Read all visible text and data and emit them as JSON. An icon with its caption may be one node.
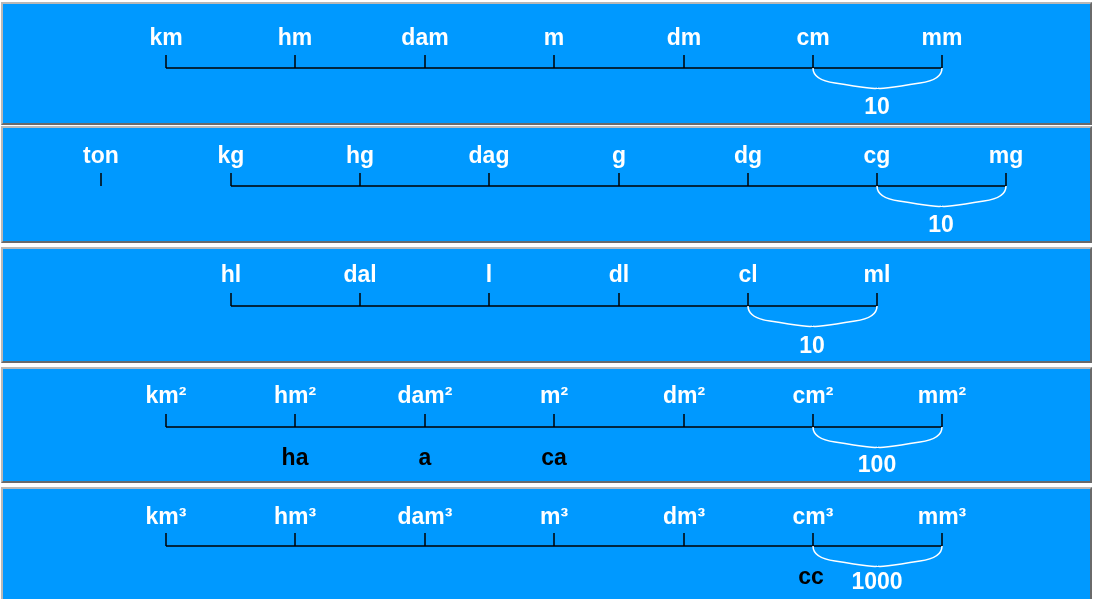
{
  "diagram": {
    "labels": [
      "km",
      "hm",
      "dam",
      "m",
      "dm",
      "cm",
      "mm",
      "10",
      "ton",
      "kg",
      "hg",
      "dag",
      "g",
      "dg",
      "cg",
      "mg",
      "10",
      "hl",
      "dal",
      "l",
      "dl",
      "cl",
      "ml",
      "10",
      "km²",
      "hm²",
      "dam²",
      "m²",
      "dm²",
      "cm²",
      "mm²",
      "ha",
      "a",
      "ca",
      "100",
      "km³",
      "hm³",
      "dam³",
      "m³",
      "dm³",
      "cm³",
      "mm³",
      "cc",
      "1000"
    ]
  }
}
